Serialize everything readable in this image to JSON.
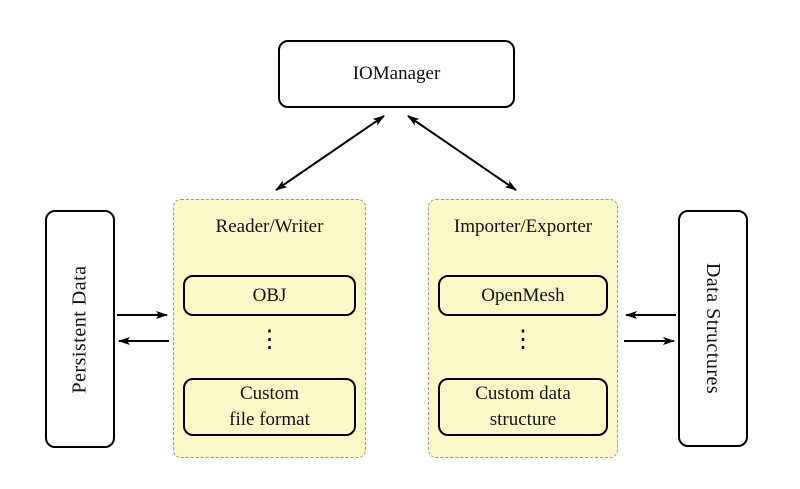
{
  "iomanager": {
    "label": "IOManager"
  },
  "persistent_data": {
    "label": "Persistent Data"
  },
  "data_structures": {
    "label": "Data Structures"
  },
  "reader_writer_panel": {
    "title": "Reader/Writer",
    "item_top": "OBJ",
    "ellipsis": "⋮",
    "item_bottom": "Custom\nfile format"
  },
  "importer_exporter_panel": {
    "title": "Importer/Exporter",
    "item_top": "OpenMesh",
    "ellipsis": "⋮",
    "item_bottom": "Custom data\nstructure"
  },
  "colors": {
    "background": "#ffffff",
    "panel_fill": "#fbf8c8",
    "panel_border": "#9b9b91",
    "box_border": "#000000",
    "box_fill": "#ffffff",
    "arrow": "#000000",
    "text": "#111111"
  }
}
